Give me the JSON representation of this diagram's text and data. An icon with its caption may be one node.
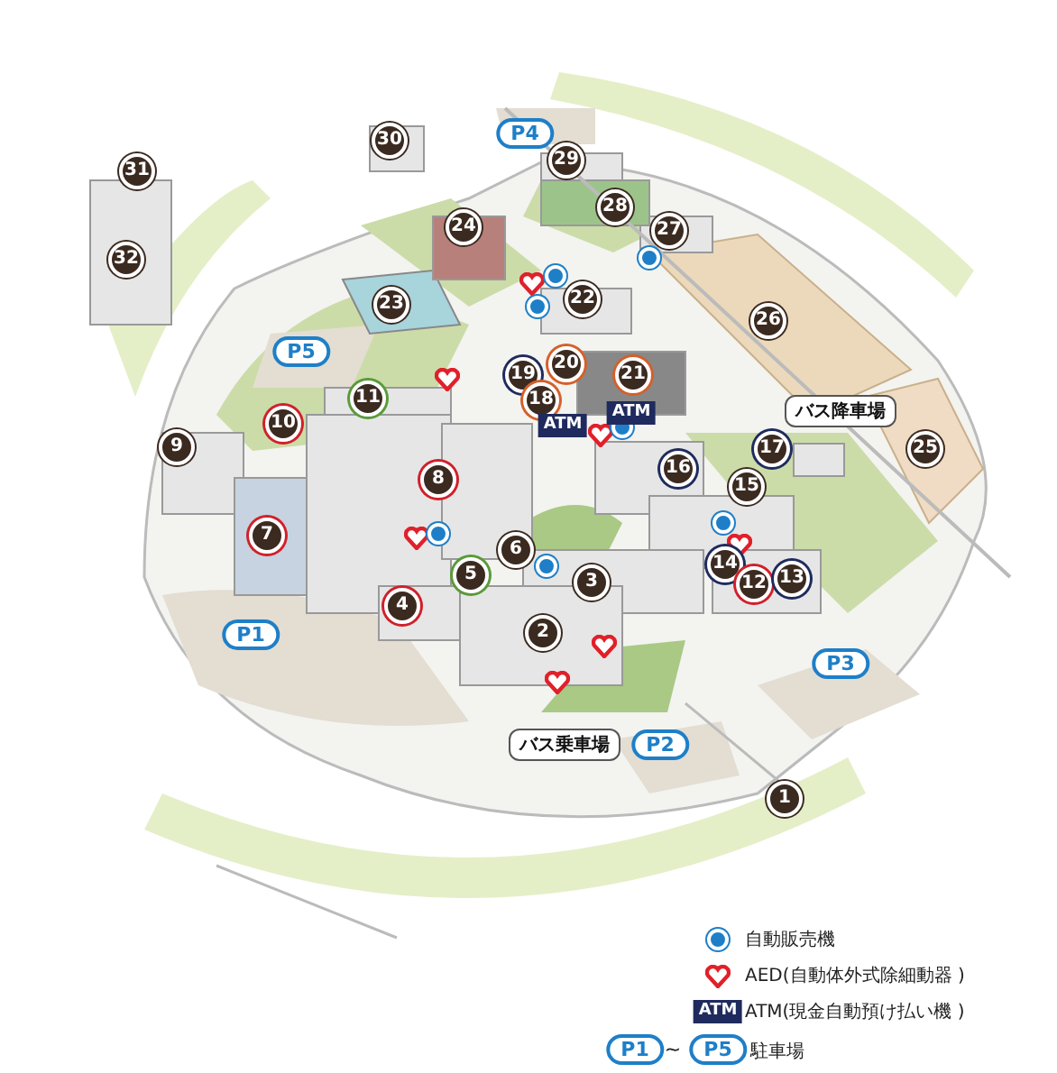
{
  "diagram": {
    "labels": [
      "30",
      "P4",
      "29",
      "31",
      "28",
      "24",
      "27",
      "32",
      "22",
      "23",
      "26",
      "P5",
      "20",
      "19",
      "21",
      "11",
      "18",
      "バス降車場",
      "ATM",
      "10",
      "ATM",
      "9",
      "17",
      "25",
      "16",
      "8",
      "15",
      "7",
      "6",
      "5",
      "3",
      "14",
      "12",
      "13",
      "4",
      "P1",
      "2",
      "P3",
      "バス乗車場",
      "P2",
      "1",
      "ATM",
      "P1",
      "~",
      "P5"
    ],
    "legend": [
      {
        "text": "自動販売機",
        "color": "#1e7fc8"
      },
      {
        "text": "AED(自動体外式除細動器 )"
      },
      {
        "text": "ATM(現金自動預け払い機 )"
      },
      {
        "text": "駐車場"
      }
    ]
  }
}
